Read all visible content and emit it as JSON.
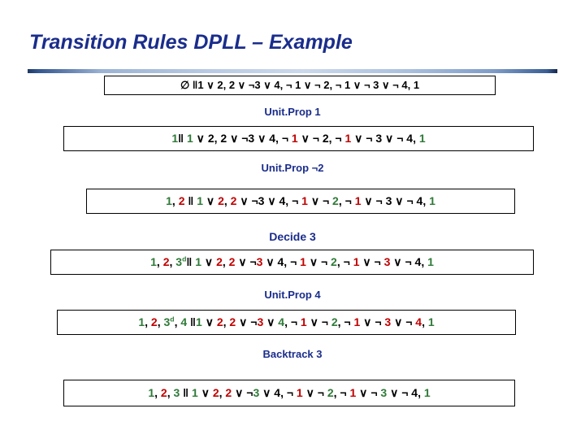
{
  "slide": {
    "title": "Transition Rules DPLL – Example",
    "title_color": "#1a2d8c",
    "background": "#ffffff"
  },
  "legend_colors": {
    "true_literal": "#2f7a38",
    "false_literal": "#c00000",
    "unassigned_literal": "#000000",
    "rule_label": "#1a2d8c"
  },
  "symbols": {
    "empty_set": "∅",
    "double_bar": "‖",
    "or": "∨",
    "not": "¬",
    "decision_superscript": "d"
  },
  "rows": [
    {
      "id": "row0",
      "assignment_text": "∅",
      "state_text": "∅ ‖1 ∨ 2, 2 ∨ ¬3 ∨ 4, ¬ 1 ∨ ¬ 2, ¬ 1 ∨ ¬ 3 ∨ ¬ 4, 1",
      "tokens": [
        {
          "t": "∅",
          "c": "none"
        },
        {
          "t": " ‖",
          "c": "sep"
        },
        {
          "t": "1",
          "c": "none"
        },
        {
          "t": " ∨ ",
          "c": "none"
        },
        {
          "t": "2",
          "c": "none"
        },
        {
          "t": ", ",
          "c": "none"
        },
        {
          "t": "2",
          "c": "none"
        },
        {
          "t": " ∨ ",
          "c": "none"
        },
        {
          "t": "¬",
          "c": "none"
        },
        {
          "t": "3",
          "c": "none"
        },
        {
          "t": " ∨ ",
          "c": "none"
        },
        {
          "t": "4",
          "c": "none"
        },
        {
          "t": ", ",
          "c": "none"
        },
        {
          "t": "¬ ",
          "c": "none"
        },
        {
          "t": "1",
          "c": "none"
        },
        {
          "t": " ∨ ",
          "c": "none"
        },
        {
          "t": "¬ ",
          "c": "none"
        },
        {
          "t": "2",
          "c": "none"
        },
        {
          "t": ", ",
          "c": "none"
        },
        {
          "t": "¬ ",
          "c": "none"
        },
        {
          "t": "1",
          "c": "none"
        },
        {
          "t": " ∨ ",
          "c": "none"
        },
        {
          "t": "¬ ",
          "c": "none"
        },
        {
          "t": "3",
          "c": "none"
        },
        {
          "t": " ∨ ",
          "c": "none"
        },
        {
          "t": "¬ ",
          "c": "none"
        },
        {
          "t": "4",
          "c": "none"
        },
        {
          "t": ", ",
          "c": "none"
        },
        {
          "t": "1",
          "c": "none"
        }
      ]
    },
    {
      "id": "row1",
      "assignment_text": "1",
      "state_text": "1‖ 1 ∨ 2, 2 ∨ ¬3 ∨ 4, ¬ 1 ∨ ¬ 2, ¬ 1 ∨ ¬ 3 ∨ ¬ 4, 1",
      "tokens": [
        {
          "t": "1",
          "c": "true"
        },
        {
          "t": "‖",
          "c": "sep"
        },
        {
          "t": " ",
          "c": "none"
        },
        {
          "t": "1",
          "c": "true"
        },
        {
          "t": " ∨ ",
          "c": "none"
        },
        {
          "t": "2",
          "c": "none"
        },
        {
          "t": ", ",
          "c": "none"
        },
        {
          "t": "2",
          "c": "none"
        },
        {
          "t": " ∨ ",
          "c": "none"
        },
        {
          "t": "¬",
          "c": "none"
        },
        {
          "t": "3",
          "c": "none"
        },
        {
          "t": " ∨ ",
          "c": "none"
        },
        {
          "t": "4",
          "c": "none"
        },
        {
          "t": ", ",
          "c": "none"
        },
        {
          "t": "¬ ",
          "c": "none"
        },
        {
          "t": "1",
          "c": "false"
        },
        {
          "t": " ∨ ",
          "c": "none"
        },
        {
          "t": "¬ ",
          "c": "none"
        },
        {
          "t": "2",
          "c": "none"
        },
        {
          "t": ", ",
          "c": "none"
        },
        {
          "t": "¬ ",
          "c": "none"
        },
        {
          "t": "1",
          "c": "false"
        },
        {
          "t": " ∨ ",
          "c": "none"
        },
        {
          "t": "¬ ",
          "c": "none"
        },
        {
          "t": "3",
          "c": "none"
        },
        {
          "t": " ∨ ",
          "c": "none"
        },
        {
          "t": "¬ ",
          "c": "none"
        },
        {
          "t": "4",
          "c": "none"
        },
        {
          "t": ", ",
          "c": "none"
        },
        {
          "t": "1",
          "c": "true"
        }
      ]
    },
    {
      "id": "row2",
      "assignment_text": "1, 2",
      "state_text": "1, 2 ‖ 1 ∨ 2, 2 ∨ ¬3 ∨ 4, ¬ 1 ∨ ¬ 2, ¬ 1 ∨ ¬ 3 ∨ ¬ 4, 1",
      "tokens": [
        {
          "t": "1",
          "c": "true"
        },
        {
          "t": ", ",
          "c": "none"
        },
        {
          "t": "2",
          "c": "false"
        },
        {
          "t": " ‖ ",
          "c": "sep"
        },
        {
          "t": "1",
          "c": "true"
        },
        {
          "t": " ∨ ",
          "c": "none"
        },
        {
          "t": "2",
          "c": "false"
        },
        {
          "t": ", ",
          "c": "none"
        },
        {
          "t": "2",
          "c": "false"
        },
        {
          "t": " ∨ ",
          "c": "none"
        },
        {
          "t": "¬",
          "c": "none"
        },
        {
          "t": "3",
          "c": "none"
        },
        {
          "t": " ∨ ",
          "c": "none"
        },
        {
          "t": "4",
          "c": "none"
        },
        {
          "t": ", ",
          "c": "none"
        },
        {
          "t": "¬ ",
          "c": "none"
        },
        {
          "t": "1",
          "c": "false"
        },
        {
          "t": " ∨ ",
          "c": "none"
        },
        {
          "t": "¬ ",
          "c": "none"
        },
        {
          "t": "2",
          "c": "true"
        },
        {
          "t": ", ",
          "c": "none"
        },
        {
          "t": "¬ ",
          "c": "none"
        },
        {
          "t": "1",
          "c": "false"
        },
        {
          "t": " ∨ ",
          "c": "none"
        },
        {
          "t": "¬ ",
          "c": "none"
        },
        {
          "t": "3",
          "c": "none"
        },
        {
          "t": " ∨ ",
          "c": "none"
        },
        {
          "t": "¬ ",
          "c": "none"
        },
        {
          "t": "4",
          "c": "none"
        },
        {
          "t": ", ",
          "c": "none"
        },
        {
          "t": "1",
          "c": "true"
        }
      ]
    },
    {
      "id": "row3",
      "assignment_text": "1, 2, 3d",
      "state_text": "1, 2, 3d ‖ 1 ∨ 2, 2 ∨ ¬3 ∨ 4, ¬ 1 ∨ ¬ 2, ¬ 1 ∨ ¬ 3 ∨ ¬ 4, 1",
      "tokens": [
        {
          "t": "1",
          "c": "true"
        },
        {
          "t": ", ",
          "c": "none"
        },
        {
          "t": "2",
          "c": "false"
        },
        {
          "t": ", ",
          "c": "none"
        },
        {
          "t": "3",
          "c": "true",
          "sup": "d"
        },
        {
          "t": "‖",
          "c": "sep"
        },
        {
          "t": " ",
          "c": "none"
        },
        {
          "t": "1",
          "c": "true"
        },
        {
          "t": " ∨ ",
          "c": "none"
        },
        {
          "t": "2",
          "c": "false"
        },
        {
          "t": ", ",
          "c": "none"
        },
        {
          "t": "2",
          "c": "false"
        },
        {
          "t": " ∨ ",
          "c": "none"
        },
        {
          "t": "¬",
          "c": "none"
        },
        {
          "t": "3",
          "c": "false"
        },
        {
          "t": " ∨ ",
          "c": "none"
        },
        {
          "t": "4",
          "c": "none"
        },
        {
          "t": ", ",
          "c": "none"
        },
        {
          "t": "¬ ",
          "c": "none"
        },
        {
          "t": "1",
          "c": "false"
        },
        {
          "t": " ∨ ",
          "c": "none"
        },
        {
          "t": "¬ ",
          "c": "none"
        },
        {
          "t": "2",
          "c": "true"
        },
        {
          "t": ", ",
          "c": "none"
        },
        {
          "t": "¬ ",
          "c": "none"
        },
        {
          "t": "1",
          "c": "false"
        },
        {
          "t": " ∨ ",
          "c": "none"
        },
        {
          "t": "¬ ",
          "c": "none"
        },
        {
          "t": "3",
          "c": "false"
        },
        {
          "t": " ∨ ",
          "c": "none"
        },
        {
          "t": "¬ ",
          "c": "none"
        },
        {
          "t": "4",
          "c": "none"
        },
        {
          "t": ", ",
          "c": "none"
        },
        {
          "t": "1",
          "c": "true"
        }
      ]
    },
    {
      "id": "row4",
      "assignment_text": "1, 2, 3d, 4",
      "state_text": "1, 2, 3d, 4 ‖1 ∨ 2, 2 ∨ ¬3 ∨ 4, ¬ 1 ∨ ¬ 2, ¬ 1 ∨ ¬ 3 ∨ ¬ 4, 1",
      "tokens": [
        {
          "t": "1",
          "c": "true"
        },
        {
          "t": ", ",
          "c": "none"
        },
        {
          "t": "2",
          "c": "false"
        },
        {
          "t": ", ",
          "c": "none"
        },
        {
          "t": "3",
          "c": "true",
          "sup": "d"
        },
        {
          "t": ", ",
          "c": "none"
        },
        {
          "t": "4",
          "c": "true"
        },
        {
          "t": " ‖",
          "c": "sep"
        },
        {
          "t": "1",
          "c": "true"
        },
        {
          "t": " ∨ ",
          "c": "none"
        },
        {
          "t": "2",
          "c": "false"
        },
        {
          "t": ", ",
          "c": "none"
        },
        {
          "t": "2",
          "c": "false"
        },
        {
          "t": " ∨ ",
          "c": "none"
        },
        {
          "t": "¬",
          "c": "none"
        },
        {
          "t": "3",
          "c": "false"
        },
        {
          "t": " ∨ ",
          "c": "none"
        },
        {
          "t": "4",
          "c": "true"
        },
        {
          "t": ", ",
          "c": "none"
        },
        {
          "t": "¬ ",
          "c": "none"
        },
        {
          "t": "1",
          "c": "false"
        },
        {
          "t": " ∨ ",
          "c": "none"
        },
        {
          "t": "¬ ",
          "c": "none"
        },
        {
          "t": "2",
          "c": "true"
        },
        {
          "t": ", ",
          "c": "none"
        },
        {
          "t": "¬ ",
          "c": "none"
        },
        {
          "t": "1",
          "c": "false"
        },
        {
          "t": " ∨ ",
          "c": "none"
        },
        {
          "t": "¬ ",
          "c": "none"
        },
        {
          "t": "3",
          "c": "false"
        },
        {
          "t": " ∨ ",
          "c": "none"
        },
        {
          "t": "¬ ",
          "c": "none"
        },
        {
          "t": "4",
          "c": "false"
        },
        {
          "t": ", ",
          "c": "none"
        },
        {
          "t": "1",
          "c": "true"
        }
      ]
    },
    {
      "id": "row5",
      "assignment_text": "1, 2, 3",
      "state_text": "1, 2, 3 ‖ 1 ∨ 2, 2 ∨ ¬3 ∨ 4, ¬ 1 ∨ ¬ 2, ¬ 1 ∨ ¬ 3 ∨ ¬ 4, 1",
      "tokens": [
        {
          "t": "1",
          "c": "true"
        },
        {
          "t": ", ",
          "c": "none"
        },
        {
          "t": "2",
          "c": "false"
        },
        {
          "t": ", ",
          "c": "none"
        },
        {
          "t": "3",
          "c": "true"
        },
        {
          "t": " ‖ ",
          "c": "sep"
        },
        {
          "t": "1",
          "c": "true"
        },
        {
          "t": " ∨ ",
          "c": "none"
        },
        {
          "t": "2",
          "c": "false"
        },
        {
          "t": ", ",
          "c": "none"
        },
        {
          "t": "2",
          "c": "false"
        },
        {
          "t": " ∨ ",
          "c": "none"
        },
        {
          "t": "¬",
          "c": "none"
        },
        {
          "t": "3",
          "c": "true"
        },
        {
          "t": " ∨ ",
          "c": "none"
        },
        {
          "t": "4",
          "c": "none"
        },
        {
          "t": ", ",
          "c": "none"
        },
        {
          "t": "¬ ",
          "c": "none"
        },
        {
          "t": "1",
          "c": "false"
        },
        {
          "t": " ∨ ",
          "c": "none"
        },
        {
          "t": "¬ ",
          "c": "none"
        },
        {
          "t": "2",
          "c": "true"
        },
        {
          "t": ", ",
          "c": "none"
        },
        {
          "t": "¬ ",
          "c": "none"
        },
        {
          "t": "1",
          "c": "false"
        },
        {
          "t": " ∨ ",
          "c": "none"
        },
        {
          "t": "¬ ",
          "c": "none"
        },
        {
          "t": "3",
          "c": "true"
        },
        {
          "t": " ∨ ",
          "c": "none"
        },
        {
          "t": "¬ ",
          "c": "none"
        },
        {
          "t": "4",
          "c": "none"
        },
        {
          "t": ", ",
          "c": "none"
        },
        {
          "t": "1",
          "c": "true"
        }
      ]
    }
  ],
  "rule_labels": [
    {
      "id": "lbl0",
      "text": "Unit.Prop 1"
    },
    {
      "id": "lbl1",
      "text": "Unit.Prop ¬2"
    },
    {
      "id": "lbl2",
      "text": "Decide  3"
    },
    {
      "id": "lbl3",
      "text": "Unit.Prop 4"
    },
    {
      "id": "lbl4",
      "text": "Backtrack 3"
    }
  ]
}
